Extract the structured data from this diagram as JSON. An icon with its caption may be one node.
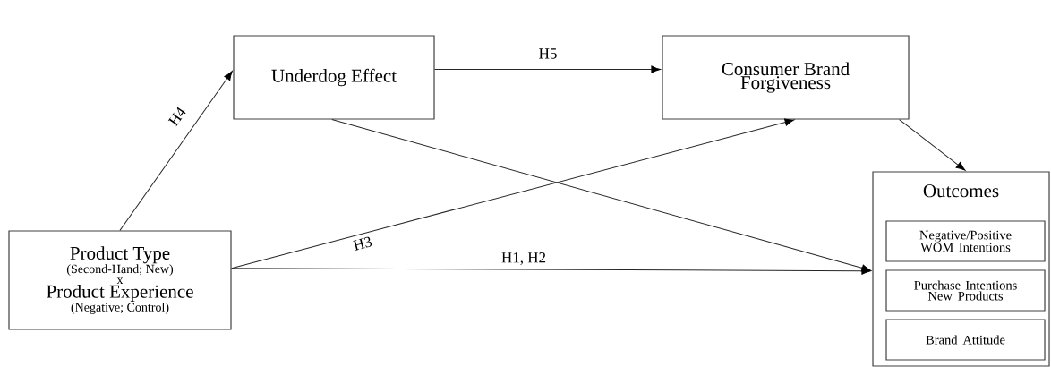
{
  "diagram": {
    "nodes": [
      {
        "text": [
          "Product Type",
          "(Second-Hand; New)",
          "x",
          "Product Experience",
          "(Negative; Control)"
        ]
      },
      {
        "text": [
          "Underdog Effect"
        ]
      },
      {
        "text": [
          "Consumer Brand Forgiveness"
        ]
      },
      {
        "text": [
          "Outcomes"
        ]
      },
      {
        "text": [
          "Negative/Positive WOM Intentions"
        ],
        "in": 3
      },
      {
        "text": [
          "Purchase Intentions New Products"
        ],
        "in": 3
      },
      {
        "text": [
          "Brand Attitude"
        ],
        "in": 3
      }
    ],
    "edges": [
      {
        "from": 0,
        "to": 1,
        "arrow": "to",
        "label": "H4"
      },
      {
        "from": 1,
        "to": 2,
        "arrow": "to",
        "label": "H5"
      },
      {
        "from": 2,
        "to": 3,
        "arrow": "to"
      },
      {
        "from": 0,
        "to": 2,
        "arrow": "to",
        "label": "H3"
      },
      {
        "from": 0,
        "to": 3,
        "arrow": "to",
        "label": "H1, H2"
      },
      {
        "from": 1,
        "to": 3,
        "arrow": "to"
      }
    ]
  }
}
